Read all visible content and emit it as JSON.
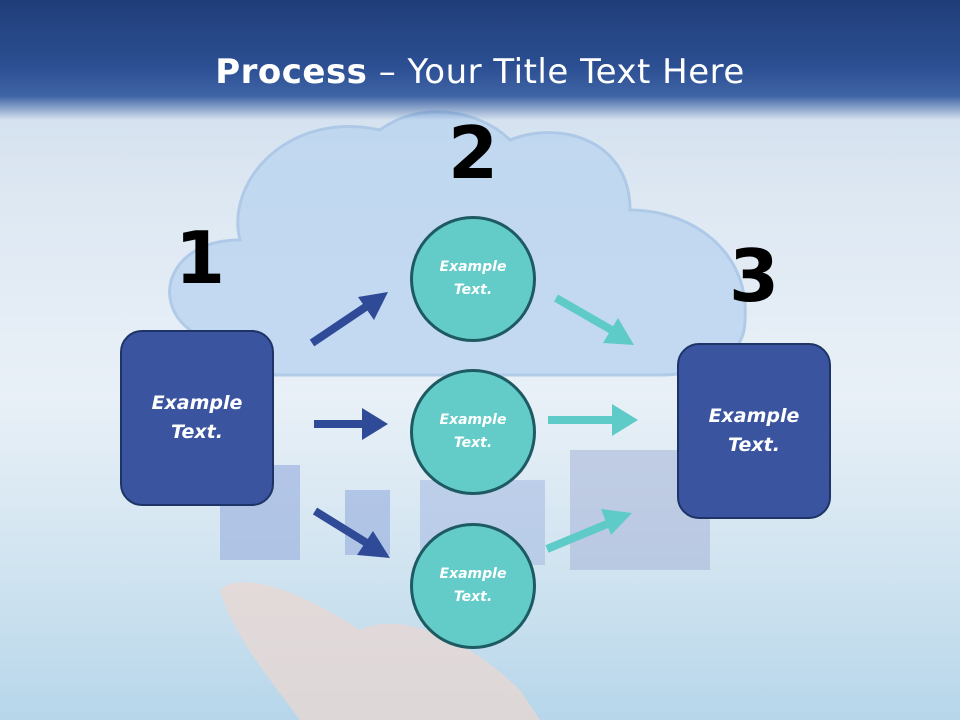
{
  "title": {
    "bold": "Process",
    "rest": " – Your Title Text Here"
  },
  "steps": {
    "one": "1",
    "two": "2",
    "three": "3"
  },
  "nodes": {
    "left_box": "Example Text.",
    "circle_top": "Example Text.",
    "circle_middle": "Example Text.",
    "circle_bottom": "Example Text.",
    "right_box": "Example Text."
  },
  "colors": {
    "title_bar": "#2b4f92",
    "box_fill": "#3a54a0",
    "circle_fill": "#63cbc8",
    "arrow_dark": "#2f4b98",
    "arrow_teal": "#5fcbc8"
  }
}
